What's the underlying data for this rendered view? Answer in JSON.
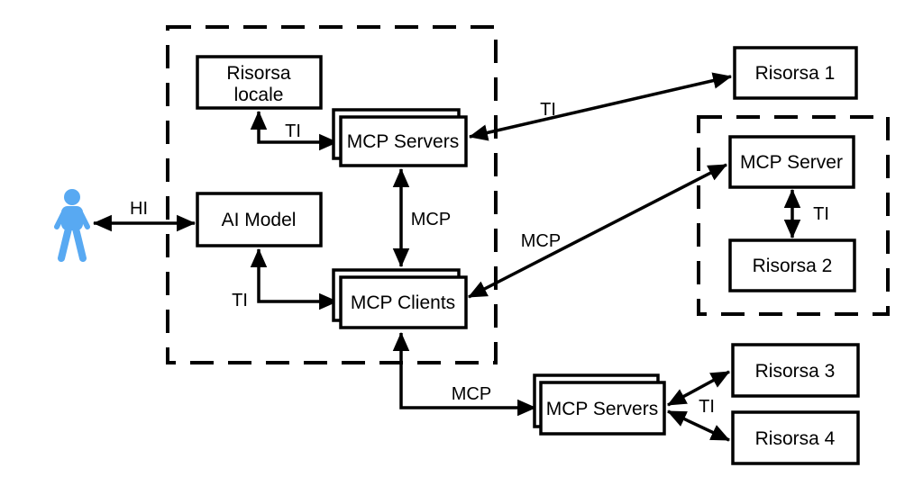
{
  "nodes": {
    "risorsa_locale": {
      "line1": "Risorsa",
      "line2": "locale"
    },
    "ai_model": {
      "label": "AI Model"
    },
    "mcp_servers_top": {
      "label": "MCP Servers"
    },
    "mcp_clients": {
      "label": "MCP Clients"
    },
    "risorsa_1": {
      "label": "Risorsa 1"
    },
    "mcp_server_remote": {
      "label": "MCP Server"
    },
    "risorsa_2": {
      "label": "Risorsa 2"
    },
    "mcp_servers_bottom": {
      "label": "MCP Servers"
    },
    "risorsa_3": {
      "label": "Risorsa 3"
    },
    "risorsa_4": {
      "label": "Risorsa 4"
    }
  },
  "edge_labels": {
    "hi": "HI",
    "ti_locale": "TI",
    "ti_clients": "TI",
    "ti_risorsa1": "TI",
    "ti_risorsa2": "TI",
    "ti_risorsa34": "TI",
    "mcp_core": "MCP",
    "mcp_remote": "MCP",
    "mcp_bottom": "MCP"
  },
  "colors": {
    "person": "#58A9F2",
    "line": "#000000",
    "background": "#FFFFFF"
  }
}
